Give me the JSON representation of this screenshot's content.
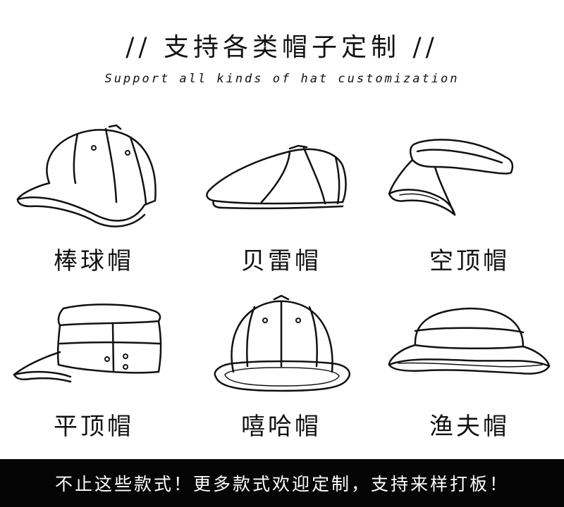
{
  "header": {
    "title": "// 支持各类帽子定制 //",
    "subtitle": "Support all kinds of hat customization"
  },
  "hats": [
    {
      "label": "棒球帽",
      "icon": "baseball-cap-icon"
    },
    {
      "label": "贝雷帽",
      "icon": "beret-icon"
    },
    {
      "label": "空顶帽",
      "icon": "visor-icon"
    },
    {
      "label": "平顶帽",
      "icon": "flat-top-cap-icon"
    },
    {
      "label": "嘻哈帽",
      "icon": "hip-hop-cap-icon"
    },
    {
      "label": "渔夫帽",
      "icon": "bucket-hat-icon"
    }
  ],
  "footer": {
    "text": "不止这些款式！更多款式欢迎定制，支持来样打板！"
  }
}
